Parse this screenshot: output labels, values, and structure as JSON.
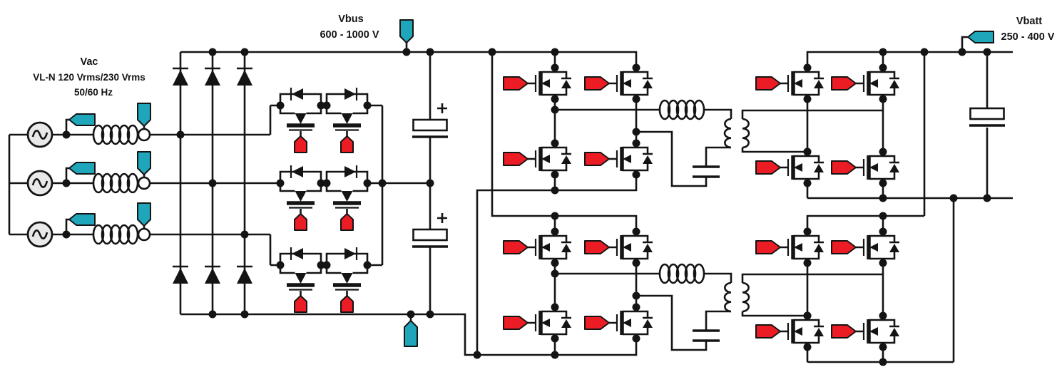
{
  "labels": {
    "ac_input": {
      "title": "Vac",
      "voltage": "VL-N 120 Vrms/230 Vrms",
      "frequency": "50/60 Hz"
    },
    "dc_bus": {
      "title": "Vbus",
      "range": "600 - 1000 V"
    },
    "battery": {
      "title": "Vbatt",
      "range": "250 - 400 V"
    }
  },
  "colors": {
    "probe_teal": "#1FA6BB",
    "gate_red": "#EC1C24",
    "wire": "#141414",
    "source_fill": "#E9E9E9",
    "background": "#FFFFFF"
  }
}
